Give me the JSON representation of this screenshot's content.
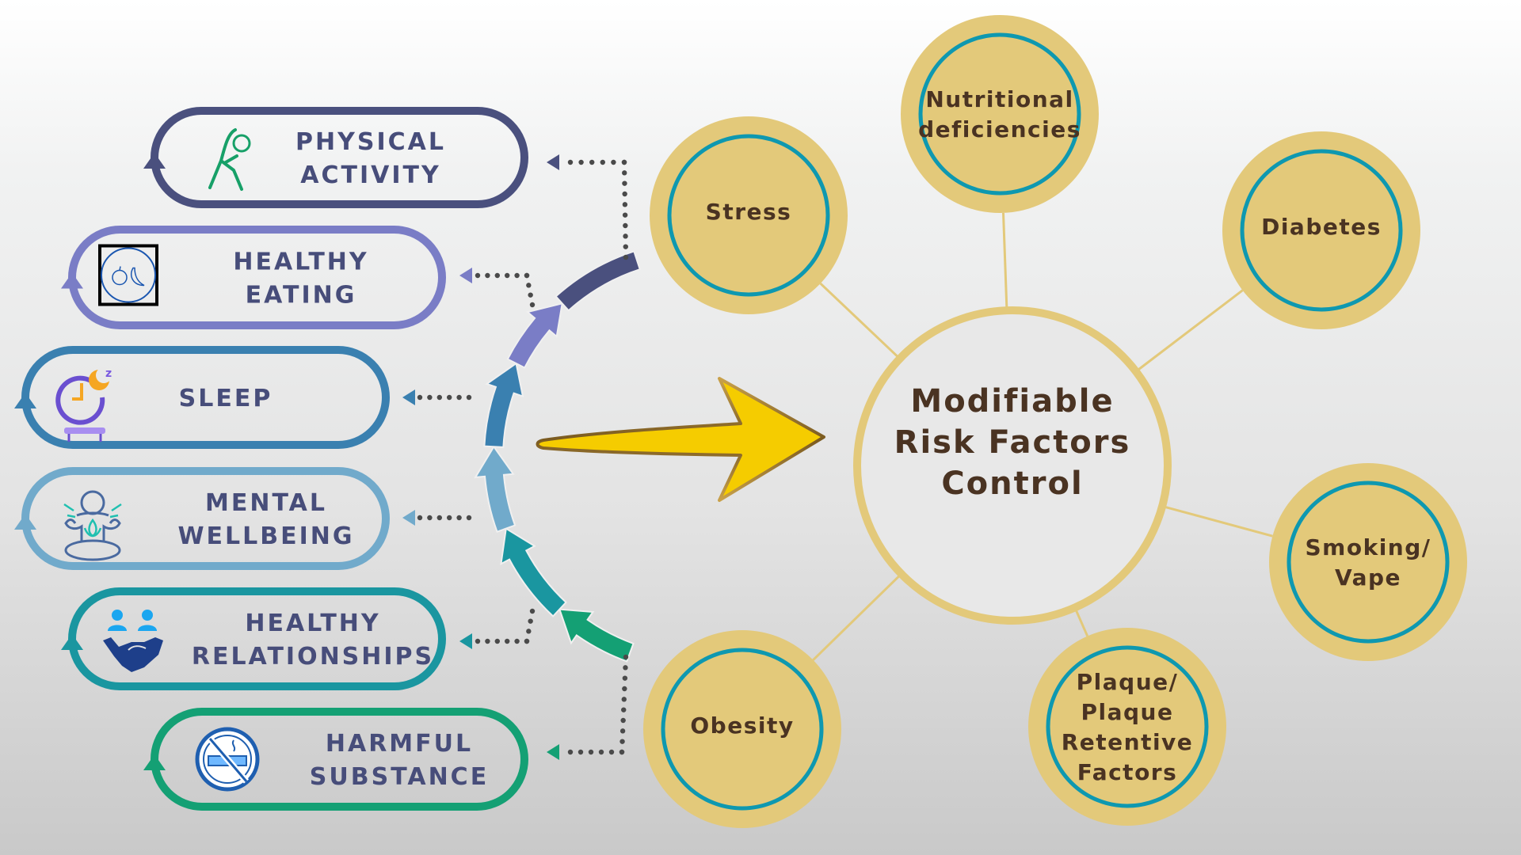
{
  "diagram": {
    "title": "Modifiable Risk Factors Control",
    "center": {
      "lines": [
        "Modifiable",
        "Risk Factors",
        "Control"
      ],
      "ring_color": "#e3c97a"
    },
    "lifestyle_factors": [
      {
        "id": "physical-activity",
        "lines": [
          "PHYSICAL",
          "ACTIVITY"
        ],
        "icon": "exercise-stretch-icon",
        "color": "#4a507e"
      },
      {
        "id": "healthy-eating",
        "lines": [
          "HEALTHY",
          "EATING"
        ],
        "icon": "apple-banana-icon",
        "color": "#7a7dc6"
      },
      {
        "id": "sleep",
        "lines": [
          "SLEEP"
        ],
        "icon": "clock-moon-sleep-icon",
        "color": "#3a80b0"
      },
      {
        "id": "mental-wellbeing",
        "lines": [
          "MENTAL",
          "WELLBEING"
        ],
        "icon": "meditation-lotus-icon",
        "color": "#71aacb"
      },
      {
        "id": "healthy-relationships",
        "lines": [
          "HEALTHY",
          "RELATIONSHIPS"
        ],
        "icon": "handshake-people-icon",
        "color": "#1a96a0"
      },
      {
        "id": "harmful-substance",
        "lines": [
          "HARMFUL",
          "SUBSTANCE"
        ],
        "icon": "no-smoking-icon",
        "color": "#14a074"
      }
    ],
    "risk_factors": [
      {
        "id": "stress",
        "lines": [
          "Stress"
        ]
      },
      {
        "id": "nutritional-deficiencies",
        "lines": [
          "Nutritional",
          "deficiencies"
        ]
      },
      {
        "id": "diabetes",
        "lines": [
          "Diabetes"
        ]
      },
      {
        "id": "smoking-vape",
        "lines": [
          "Smoking/",
          "Vape"
        ]
      },
      {
        "id": "plaque-retentive-factors",
        "lines": [
          "Plaque/",
          "Plaque",
          "Retentive",
          "Factors"
        ]
      },
      {
        "id": "obesity",
        "lines": [
          "Obesity"
        ]
      }
    ],
    "colors": {
      "node_fill": "#e3c97a",
      "node_ring": "#0e98b0",
      "text_dark": "#4a3322",
      "pill_text": "#474d7a",
      "connector_line": "#e3c97a",
      "dots": "#4a4a4a",
      "arrow_yellow": "#f5cc00",
      "arrow_gold_edge": "#8a6a2a"
    }
  }
}
